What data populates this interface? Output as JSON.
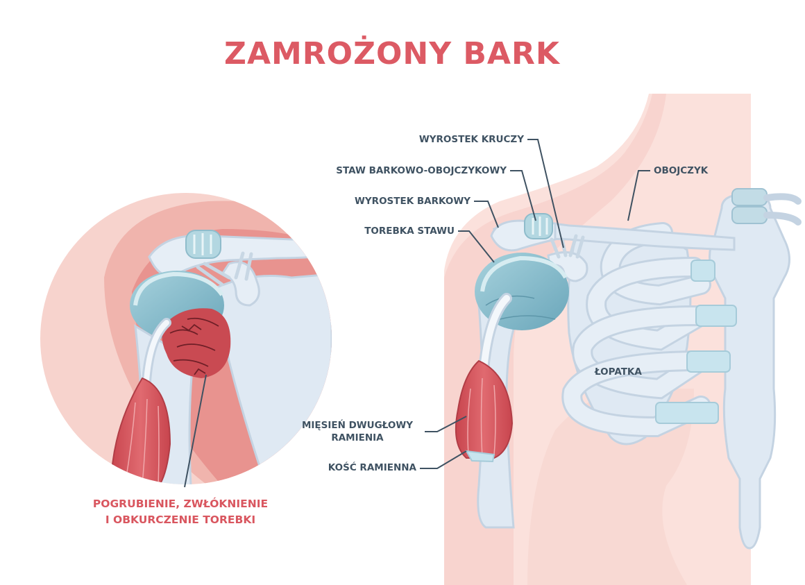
{
  "title": "ZAMROŻONY BARK",
  "labels": {
    "coracoid": "WYROSTEK KRUCZY",
    "ac_joint": "STAW BARKOWO-OBOJCZYKOWY",
    "acromion": "WYROSTEK BARKOWY",
    "capsule": "TOREBKA STAWU",
    "clavicle": "OBOJCZYK",
    "scapula": "ŁOPATKA",
    "biceps_line1": "MIĘSIEŃ DWUGŁOWY",
    "biceps_line2": "RAMIENIA",
    "humerus": "KOŚĆ RAMIENNA",
    "condition_line1": "POGRUBIENIE, ZWŁÓKNIENIE",
    "condition_line2": "I OBKURCZENIE TOREBKI"
  },
  "colors": {
    "title": "#dc5a64",
    "label_text": "#3f5262",
    "condition_text": "#d9565f",
    "skin": "#fbe1dc",
    "bone": "#dfe9f3",
    "bone_outline": "#c4d3e2",
    "capsule": "#8fc0cf",
    "muscle": "#d9545b",
    "inflamed": "#c94a52"
  }
}
